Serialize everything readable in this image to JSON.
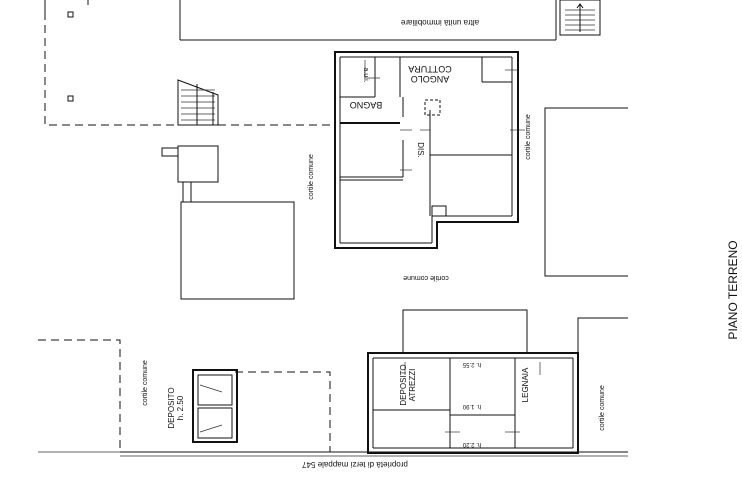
{
  "plan": {
    "title": "PIANO TERRENO",
    "labels": {
      "altra_unita": "altra unità immobiliare",
      "angolo_cottura_1": "ANGOLO",
      "angolo_cottura_2": "COTTURA",
      "aui": "a.u.i.",
      "bagno": "BAGNO",
      "dis": "DIS.",
      "cortile_left": "cortile comune",
      "cortile_right": "cortile comune",
      "cortile_bottom": "cortile comune",
      "cortile_lower_left": "cortile comune",
      "cortile_lower_right": "cortile comune",
      "deposito_small_1": "DEPOSITO",
      "deposito_small_2": "h. 2.50",
      "deposito_atrezzi_1": "DEPOSITO",
      "deposito_atrezzi_2": "ATREZZI",
      "legnaia": "LEGNAIA",
      "h255": "h. 2.55",
      "h190": "h. 1.90",
      "h220": "h. 2.20",
      "proprieta": "proprietà di terzi  mappale 547"
    }
  }
}
